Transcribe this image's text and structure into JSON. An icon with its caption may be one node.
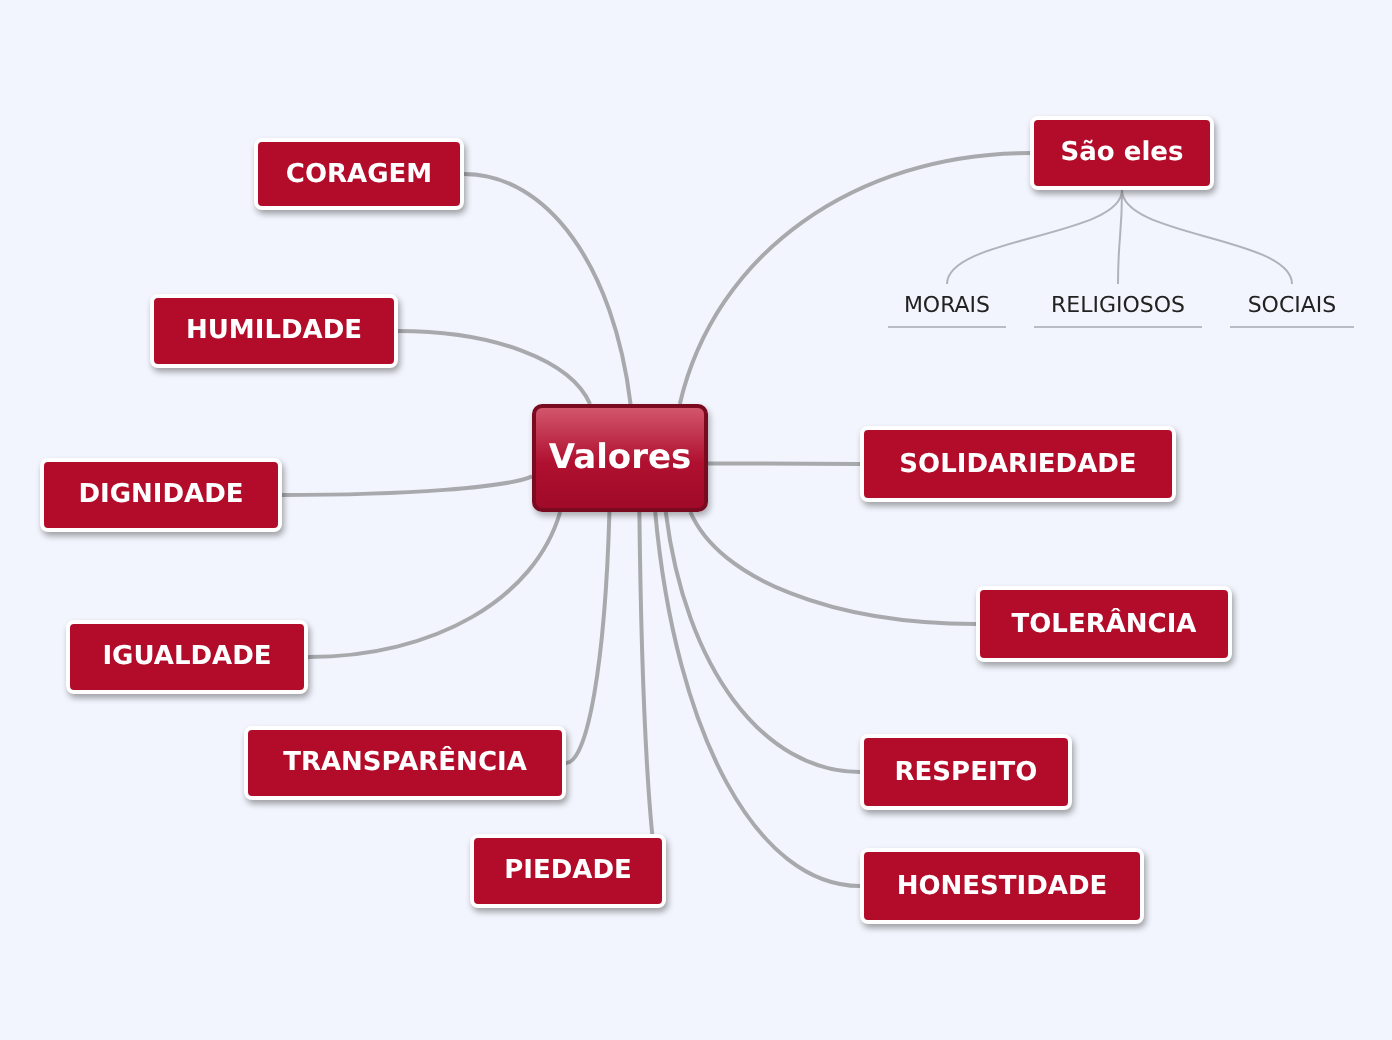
{
  "diagram": {
    "nodes": [
      {
        "text": [
          "Valores"
        ]
      },
      {
        "text": [
          "CORAGEM"
        ]
      },
      {
        "text": [
          "HUMILDADE"
        ]
      },
      {
        "text": [
          "DIGNIDADE"
        ]
      },
      {
        "text": [
          "IGUALDADE"
        ]
      },
      {
        "text": [
          "TRANSPARÊNCIA"
        ]
      },
      {
        "text": [
          "PIEDADE"
        ]
      },
      {
        "text": [
          "São eles"
        ]
      },
      {
        "text": [
          "MORAIS"
        ]
      },
      {
        "text": [
          "RELIGIOSOS"
        ]
      },
      {
        "text": [
          "SOCIAIS"
        ]
      },
      {
        "text": [
          "SOLIDARIEDADE"
        ]
      },
      {
        "text": [
          "TOLERÂNCIA"
        ]
      },
      {
        "text": [
          "RESPEITO"
        ]
      },
      {
        "text": [
          "HONESTIDADE"
        ]
      }
    ],
    "edges": [
      {
        "from": 0,
        "to": 1,
        "arrow": "none"
      },
      {
        "from": 0,
        "to": 2,
        "arrow": "none"
      },
      {
        "from": 0,
        "to": 3,
        "arrow": "none"
      },
      {
        "from": 0,
        "to": 4,
        "arrow": "none"
      },
      {
        "from": 0,
        "to": 5,
        "arrow": "none"
      },
      {
        "from": 0,
        "to": 6,
        "arrow": "none"
      },
      {
        "from": 0,
        "to": 7,
        "arrow": "none"
      },
      {
        "from": 7,
        "to": 8,
        "arrow": "none"
      },
      {
        "from": 7,
        "to": 9,
        "arrow": "none"
      },
      {
        "from": 7,
        "to": 10,
        "arrow": "none"
      },
      {
        "from": 0,
        "to": 11,
        "arrow": "none"
      },
      {
        "from": 0,
        "to": 12,
        "arrow": "none"
      },
      {
        "from": 0,
        "to": 13,
        "arrow": "none"
      },
      {
        "from": 0,
        "to": 14,
        "arrow": "none"
      }
    ]
  }
}
